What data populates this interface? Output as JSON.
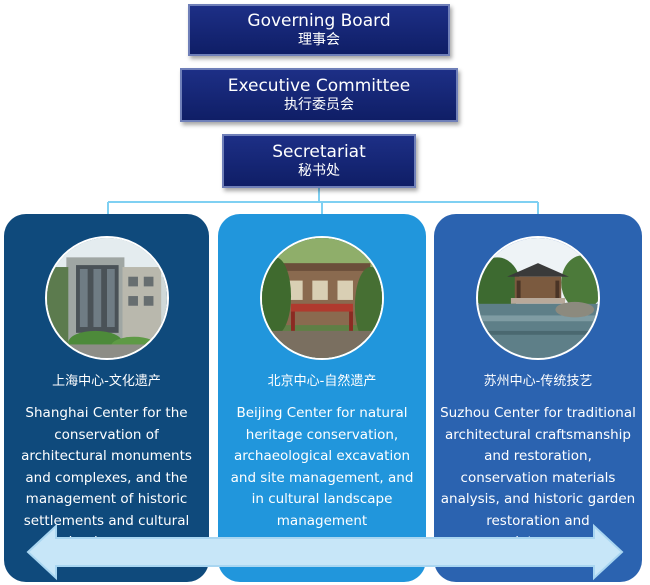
{
  "governing_board": {
    "en": "Governing Board",
    "zh": "理事会"
  },
  "executive_committee": {
    "en": "Executive Committee",
    "zh": "执行委员会"
  },
  "secretariat": {
    "en": "Secretariat",
    "zh": "秘书处"
  },
  "centers": [
    {
      "zh": "上海中心-文化遗产",
      "en": "Shanghai Center for the conservation of architectural monuments and complexes, and the management of historic settlements and cultural landscapes",
      "color": "#0f4a7c"
    },
    {
      "zh": "北京中心-自然遗产",
      "en": "Beijing Center for natural heritage conservation, archaeological excavation and site management, and in cultural landscape management",
      "color": "#2196dc"
    },
    {
      "zh": "苏州中心-传统技艺",
      "en": "Suzhou Center for traditional architectural craftsmanship and restoration, conservation materials analysis, and historic garden restoration and maintenance",
      "color": "#2b63b0"
    }
  ],
  "colors": {
    "header_box": "#1d2f86",
    "connector": "#7fd0f2",
    "arrow_fill": "#c7e6f8"
  }
}
